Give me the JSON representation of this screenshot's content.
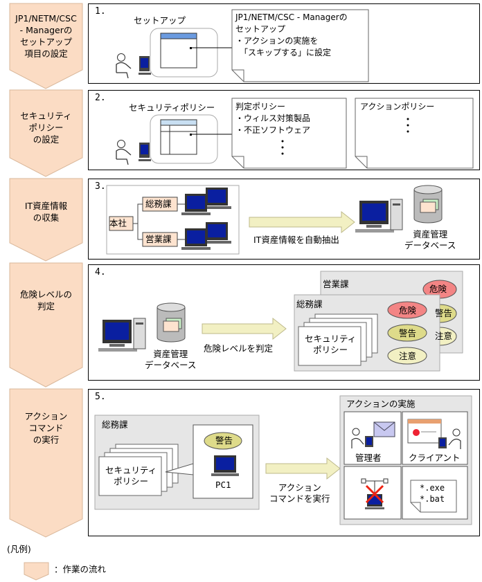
{
  "steps": [
    {
      "label": "JP1/NETM/CSC\n- Managerの\nセットアップ\n項目の設定",
      "number": "1."
    },
    {
      "label": "セキュリティ\nポリシー\nの設定",
      "number": "2."
    },
    {
      "label": "IT資産情報\nの収集",
      "number": "3."
    },
    {
      "label": "危険レベルの\n判定",
      "number": "4."
    },
    {
      "label": "アクション\nコマンド\nの実行",
      "number": "5."
    }
  ],
  "panel1": {
    "setup_label": "セットアップ",
    "note": "JP1/NETM/CSC - Managerの\nセットアップ\n・アクションの実施を\n　「スキップする」に設定"
  },
  "panel2": {
    "policy_label": "セキュリティポリシー",
    "judge_policy": "判定ポリシー\n・ウィルス対策製品\n・不正ソフトウェア",
    "action_policy": "アクションポリシー"
  },
  "panel3": {
    "head_office": "本社",
    "dept_general": "総務課",
    "dept_sales": "営業課",
    "arrow_label": "IT資産情報を自動抽出",
    "db_label": "資産管理\nデータベース"
  },
  "panel4": {
    "db_label": "資産管理\nデータベース",
    "arrow_label": "危険レベルを判定",
    "dept_sales": "営業課",
    "dept_general": "総務課",
    "policy": "セキュリティ\nポリシー",
    "level_danger": "危険",
    "level_warning": "警告",
    "level_caution": "注意"
  },
  "panel5": {
    "dept_general": "総務課",
    "policy": "セキュリティ\nポリシー",
    "level_warning": "警告",
    "pc_label": "PC1",
    "arrow_label": "アクション\nコマンドを実行",
    "action_title": "アクションの実施",
    "admin": "管理者",
    "client": "クライアント",
    "script_text": "*.exe\n*.bat"
  },
  "legend": {
    "title": "(凡例)",
    "flow_label": "：作業の流れ"
  },
  "colors": {
    "chevron": "#fbdcc4",
    "gray_box": "#e6e6e6",
    "yellow_arrow": "#f2f0c3",
    "box_pink": "#fde3cf",
    "danger": "#f38585",
    "olive": "#dedb8a",
    "screen_blue": "#0a1fa0"
  }
}
